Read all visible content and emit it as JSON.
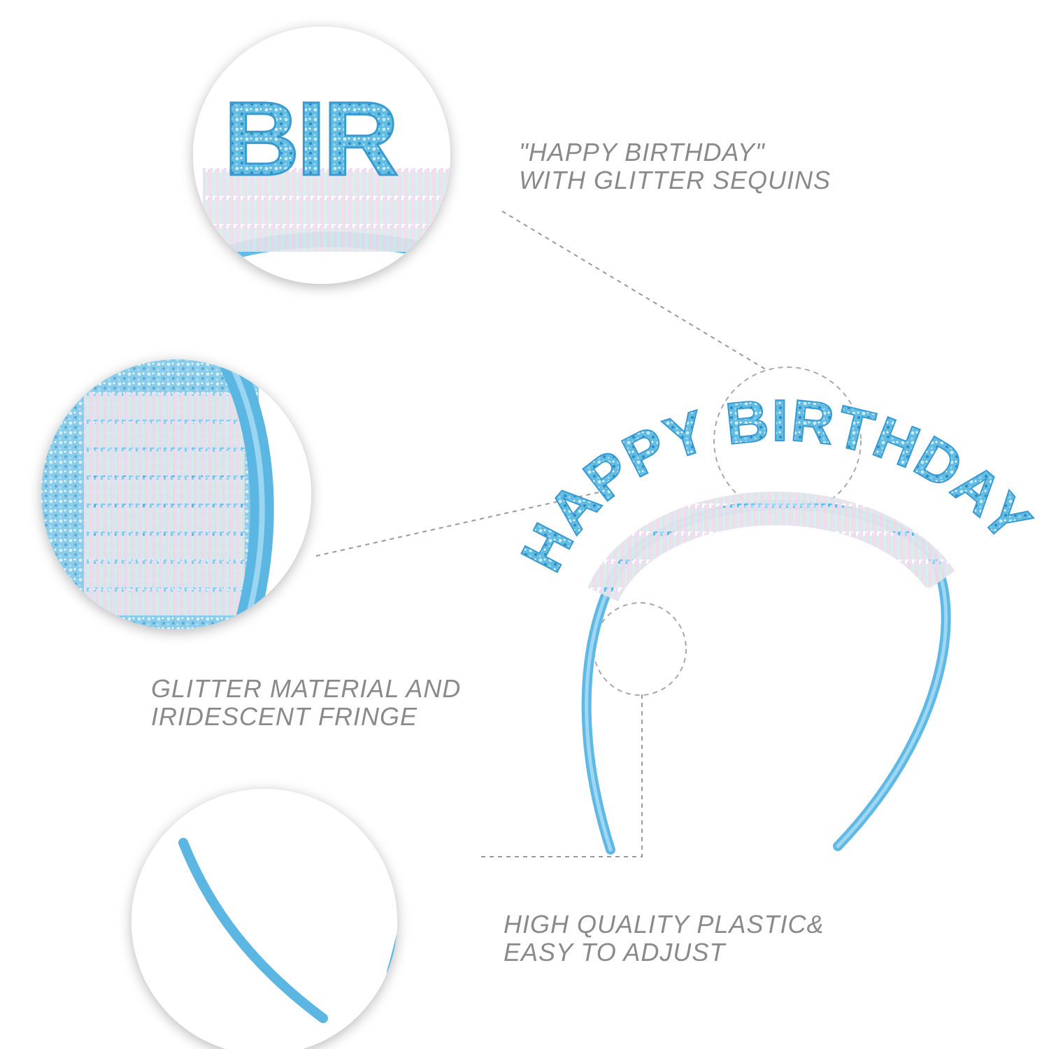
{
  "headband_text": "HAPPY BIRTHDAY",
  "detail_1_letters": "BIR",
  "captions": {
    "sequins": {
      "line1": "\"HAPPY BIRTHDAY\"",
      "line2": "WITH GLITTER SEQUINS"
    },
    "fringe": {
      "line1": "GLITTER MATERIAL AND",
      "line2": "IRIDESCENT FRINGE"
    },
    "plastic": {
      "line1": "HIGH QUALITY PLASTIC&",
      "line2": "EASY TO ADJUST"
    }
  },
  "colors": {
    "band": "#6ec3ea",
    "glitter": "#5bb8e0",
    "glitter_dark": "#2f8fc4",
    "fringe": "#e8dcf2",
    "caption": "#8a8a8a",
    "leader": "#9a9a9a"
  }
}
